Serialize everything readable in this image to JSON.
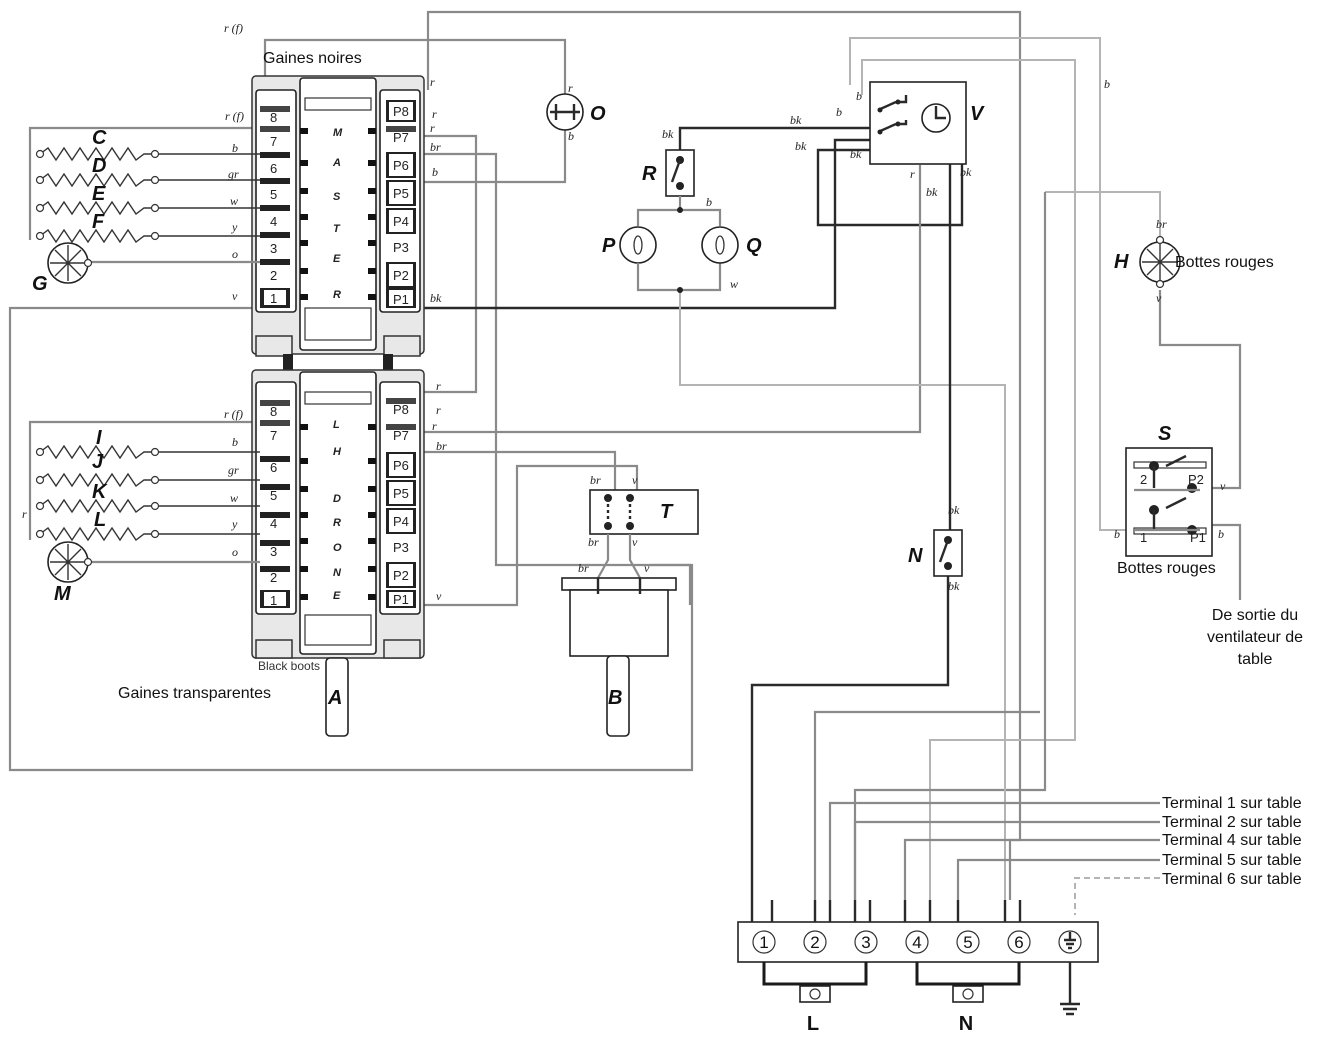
{
  "labels": {
    "gaines_noires": "Gaines noires",
    "gaines_transparentes": "Gaines transparentes",
    "black_boots": "Black boots",
    "bottes_rouges_top": "Bottes rouges",
    "bottes_rouges_bottom": "Bottes rouges",
    "sortie_line1": "De sortie du",
    "sortie_line2": "ventilateur de",
    "sortie_line3": "table"
  },
  "components": {
    "A": "A",
    "B": "B",
    "C": "C",
    "D": "D",
    "E": "E",
    "F": "F",
    "G": "G",
    "H": "H",
    "I": "I",
    "J": "J",
    "K": "K",
    "L": "L",
    "M": "M",
    "N": "N",
    "O": "O",
    "P": "P",
    "Q": "Q",
    "R": "R",
    "S": "S",
    "T": "T",
    "V": "V"
  },
  "switch_positions_upper": [
    "M",
    "A",
    "S",
    "T",
    "E",
    "R"
  ],
  "switch_positions_lower": [
    "L",
    "H",
    "D",
    "R",
    "O",
    "N",
    "E"
  ],
  "left_pins": [
    "8",
    "7",
    "6",
    "5",
    "4",
    "3",
    "2",
    "1"
  ],
  "right_pins": [
    "P8",
    "P7",
    "P6",
    "P5",
    "P4",
    "P3",
    "P2",
    "P1"
  ],
  "switch_s_pins": {
    "top_left": "2",
    "top_right": "P2",
    "bottom_left": "1",
    "bottom_right": "P1"
  },
  "wire_codes": {
    "rf": "r (f)",
    "r": "r",
    "b": "b",
    "gr": "gr",
    "w": "w",
    "y": "y",
    "o": "o",
    "v": "v",
    "bk": "bk",
    "br": "br"
  },
  "terminals": {
    "block": [
      "1",
      "2",
      "3",
      "4",
      "5",
      "6"
    ],
    "bottom_L": "L",
    "bottom_N": "N",
    "lines": [
      "Terminal 1 sur table",
      "Terminal 2 sur table",
      "Terminal 4 sur table",
      "Terminal 5 sur table",
      "Terminal 6 sur table"
    ]
  }
}
